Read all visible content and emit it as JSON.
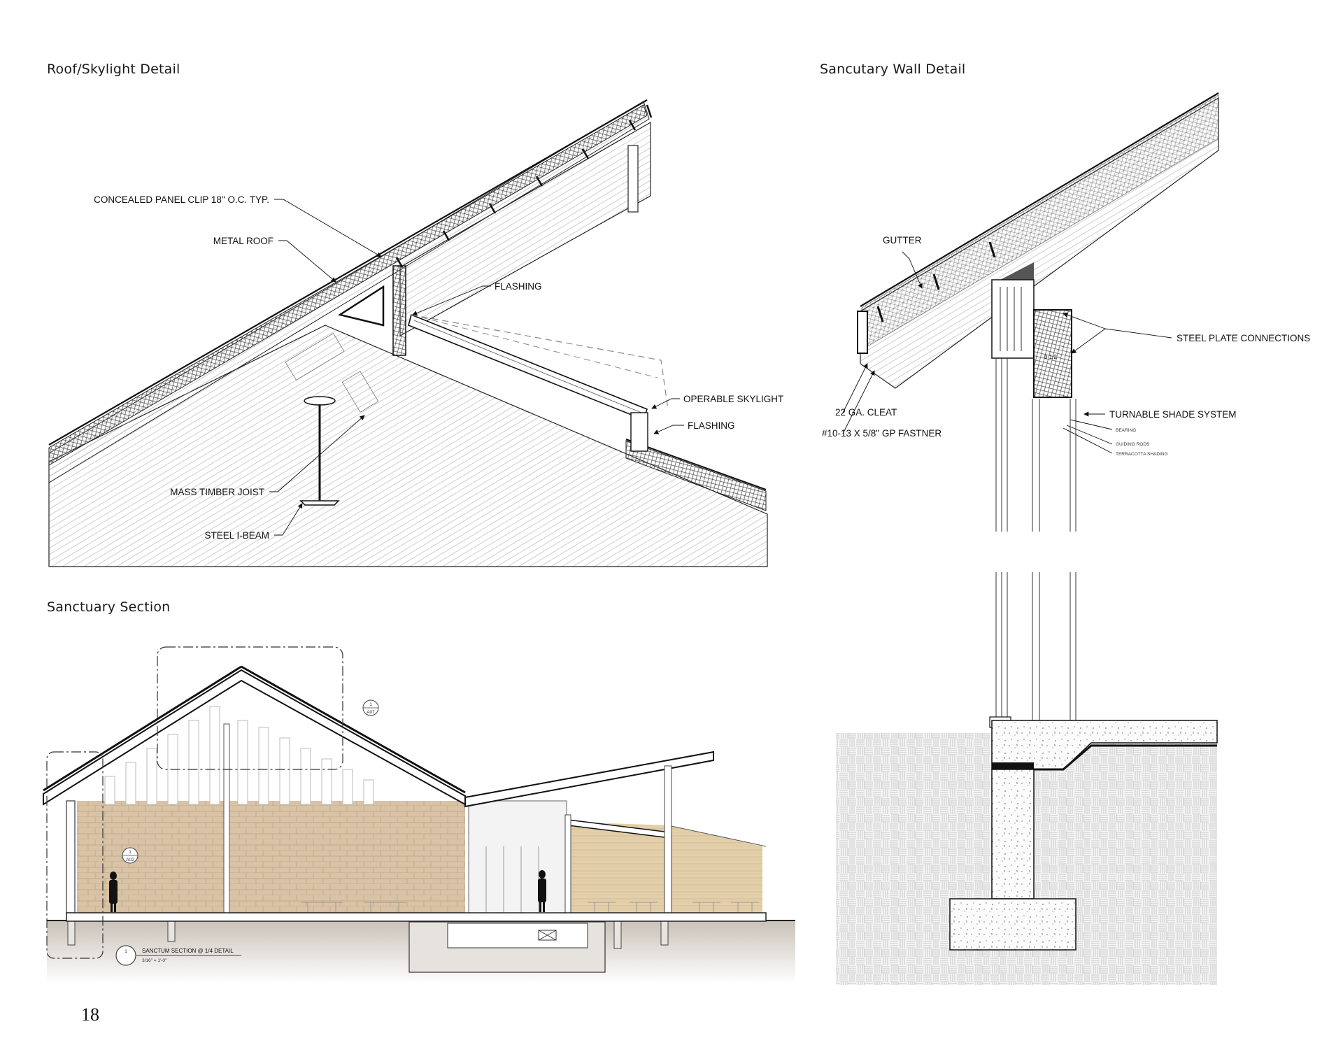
{
  "page_number": "18",
  "roof_detail": {
    "title": "Roof/Skylight Detail",
    "callouts": {
      "panel_clip": "CONCEALED PANEL CLIP 18\" O.C. TYP.",
      "metal_roof": "METAL ROOF",
      "flashing_top": "FLASHING",
      "operable_skylight": "OPERABLE SKYLIGHT",
      "flashing_bottom": "FLASHING",
      "mass_timber_joist": "MASS TIMBER JOIST",
      "steel_i_beam": "STEEL I-BEAM"
    }
  },
  "wall_detail": {
    "title": "Sancutary Wall Detail",
    "callouts": {
      "gutter": "GUTTER",
      "steel_plate_connections": "STEEL PLATE CONNECTIONS",
      "dimension": "9 1/2",
      "turnable_shade_system": "TURNABLE SHADE SYSTEM",
      "bearing": "BEARING",
      "guiding_rods": "GUIDING RODS",
      "terracotta_shading": "TERRACOTTA SHADING",
      "cleat": "22 GA. CLEAT",
      "fastener": "#10-13 X 5/8\" GP FASTNER"
    }
  },
  "section": {
    "title": "Sanctuary Section",
    "detail_tag_top": "1",
    "detail_tag_sheet": "A07",
    "wall_tag_top": "1",
    "wall_tag_sheet": "A02",
    "section_tag": "1",
    "section_label": "SANCTUM SECTION @ 1/4 DETAIL",
    "section_scale": "3/16\" = 1'-0\""
  },
  "colors": {
    "line": "#1a1a1a",
    "stone": "#d9c3a6",
    "ground": "#cfc9c2",
    "hatch": "#9a9a9a"
  }
}
